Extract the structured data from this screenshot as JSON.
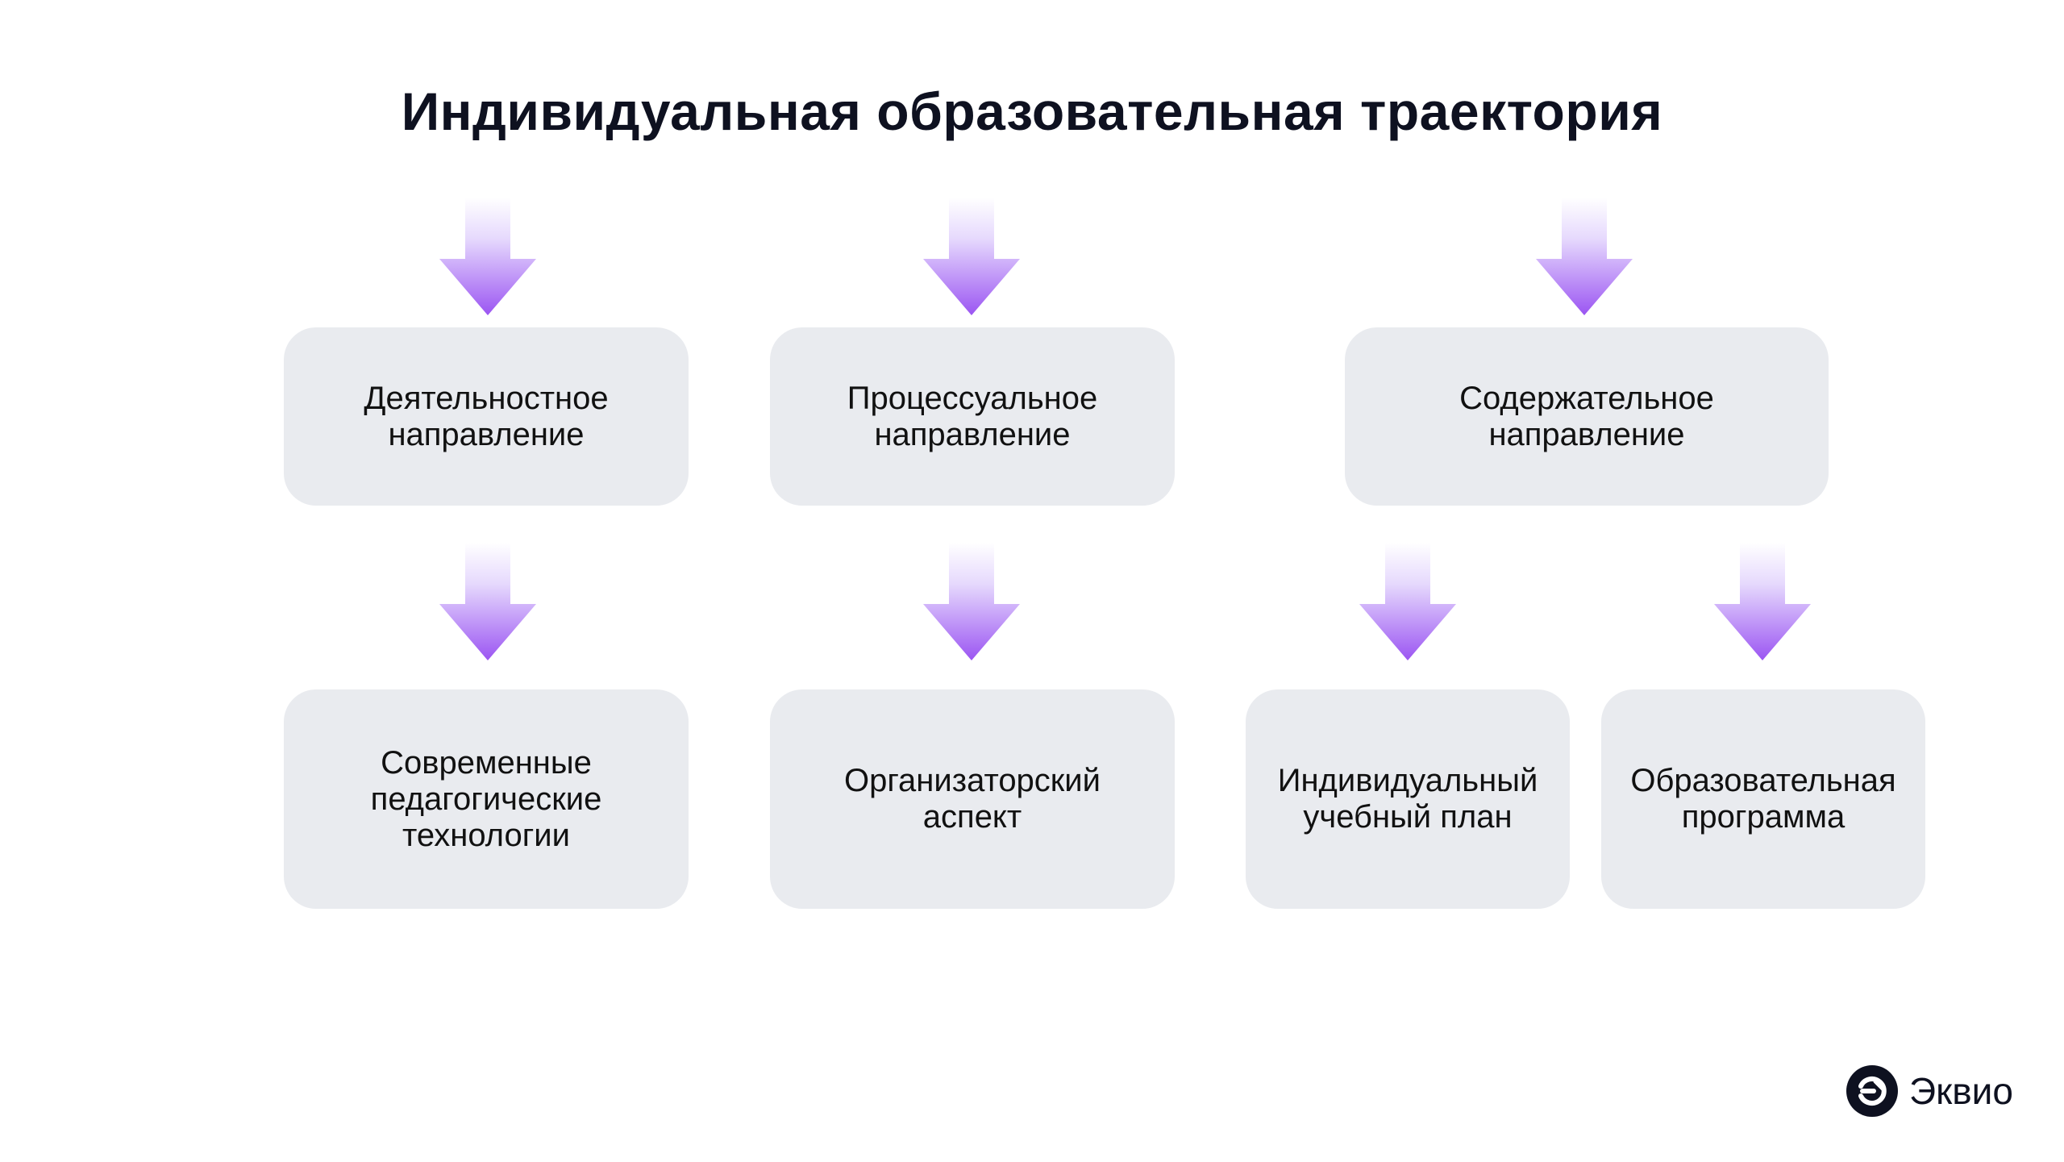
{
  "title": "Индивидуальная образовательная траектория",
  "colors": {
    "box_bg": "#e9ebef",
    "arrow_top": "#f3eeff",
    "arrow_bottom": "#9b55f2",
    "title": "#0e1120"
  },
  "boxes": {
    "activity": "Деятельностное\nнаправление",
    "process": "Процессуальное\nнаправление",
    "content": "Содержательное\nнаправление",
    "technologies": "Современные\nпедагогические\nтехнологии",
    "organizational": "Организаторский\nаспект",
    "individual_plan": "Индивидуальный\nучебный план",
    "program": "Образовательная\nпрограмма"
  },
  "logo": {
    "icon": "ekvio-logo-icon",
    "text": "Эквио"
  }
}
